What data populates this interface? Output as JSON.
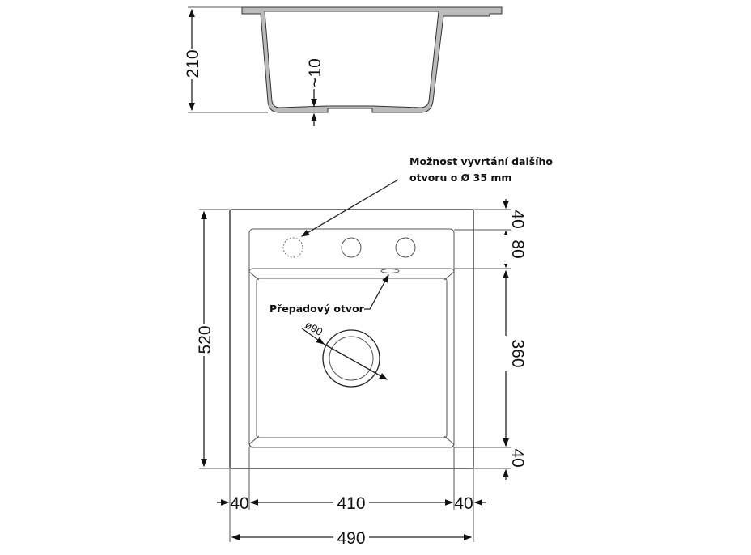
{
  "section_view": {
    "height_label": "210",
    "thickness_label": "~10"
  },
  "plan_view": {
    "note_drill": [
      "Možnost vyvrtání dalšího",
      "otvoru o Ø  35 mm"
    ],
    "note_overflow": "Přepadový otvor",
    "drain_label": "ø90",
    "height_label": "520",
    "right_dims": [
      "40",
      "80",
      "360",
      "40"
    ],
    "bottom_dims": [
      "40",
      "410",
      "40"
    ],
    "total_width_label": "490"
  }
}
